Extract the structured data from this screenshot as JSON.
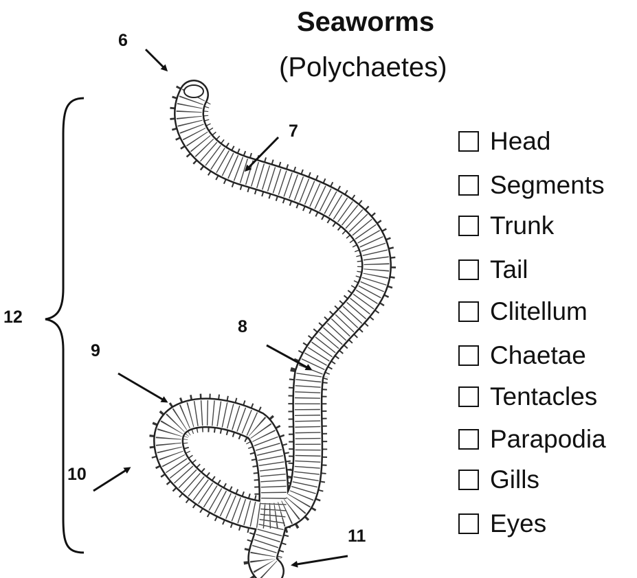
{
  "title": "Seaworms",
  "subtitle": "(Polychaetes)",
  "callouts": {
    "n6": "6",
    "n7": "7",
    "n8": "8",
    "n9": "9",
    "n10": "10",
    "n11": "11",
    "n12": "12"
  },
  "checklist": [
    {
      "label": "Head",
      "checked": false
    },
    {
      "label": "Segments",
      "checked": false
    },
    {
      "label": "Trunk",
      "checked": false
    },
    {
      "label": "Tail",
      "checked": false
    },
    {
      "label": "Clitellum",
      "checked": false
    },
    {
      "label": "Chaetae",
      "checked": false
    },
    {
      "label": "Tentacles",
      "checked": false
    },
    {
      "label": "Parapodia",
      "checked": false
    },
    {
      "label": "Gills",
      "checked": false
    },
    {
      "label": "Eyes",
      "checked": false
    }
  ]
}
